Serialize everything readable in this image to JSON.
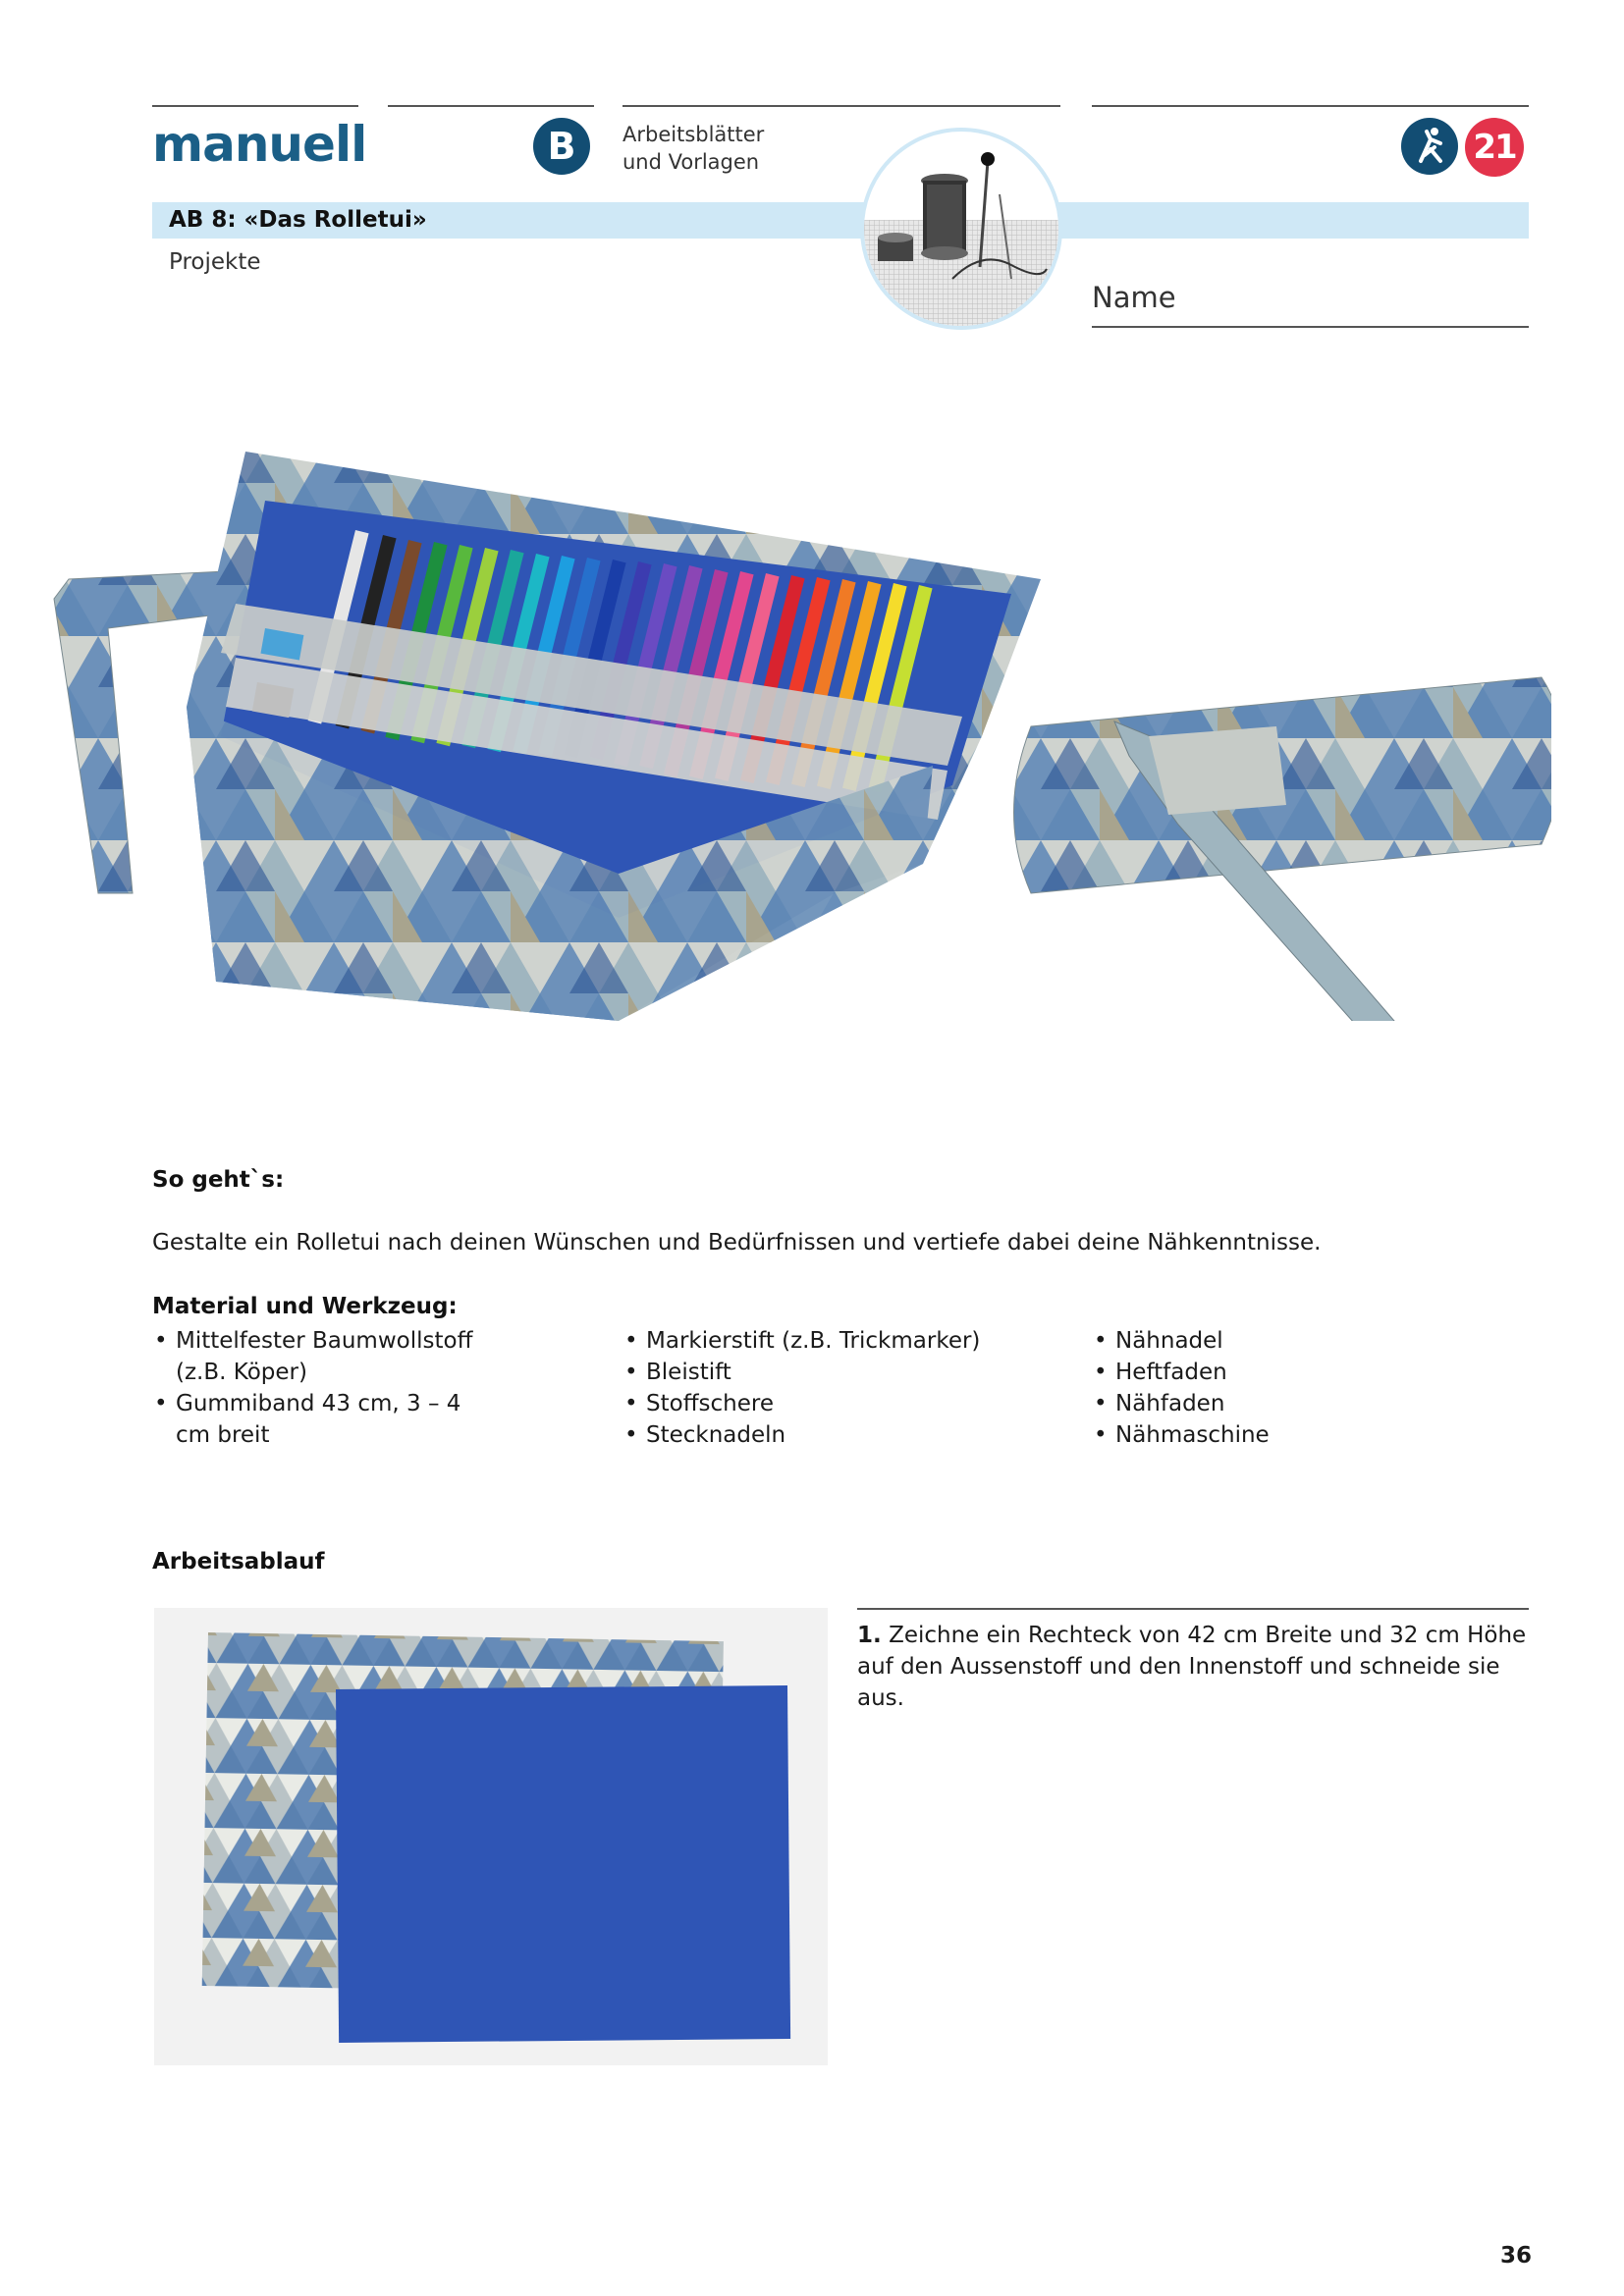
{
  "header": {
    "brand": "manuell",
    "level_badge": "B",
    "subtitle_line1": "Arbeitsblätter",
    "subtitle_line2": "und Vorlagen",
    "badge_number": "21"
  },
  "sheet": {
    "title": "AB 8: «Das Rolletui»",
    "category": "Projekte",
    "name_label": "Name"
  },
  "intro": {
    "heading": "So geht`s:",
    "text": "Gestalte ein Rolletui nach deinen Wünschen und Bedürfnissen und vertiefe dabei deine Nähkenntnisse."
  },
  "materials": {
    "heading": "Material und Werkzeug:",
    "col1": [
      "Mittelfester Baumwollstoff (z.B. Köper)",
      "Gummiband 43 cm, 3 – 4 cm breit"
    ],
    "col2": [
      "Markierstift (z.B. Trickmarker)",
      "Bleistift",
      "Stoffschere",
      "Stecknadeln"
    ],
    "col3": [
      "Nähnadel",
      "Heftfaden",
      "Nähfaden",
      "Nähmaschine"
    ]
  },
  "workflow": {
    "heading": "Arbeitsablauf",
    "steps": [
      {
        "number": "1.",
        "text": "Zeichne ein Rechteck von 42 cm Breite und 32 cm Höhe auf den Aussenstoff und den Innenstoff und schneide sie aus."
      }
    ]
  },
  "footer": {
    "page": "36"
  },
  "colors": {
    "brand_blue": "#1b5f87",
    "badge_red": "#e3334b",
    "bar_blue": "#cfe8f6",
    "fabric_blue": "#2f55b5"
  }
}
